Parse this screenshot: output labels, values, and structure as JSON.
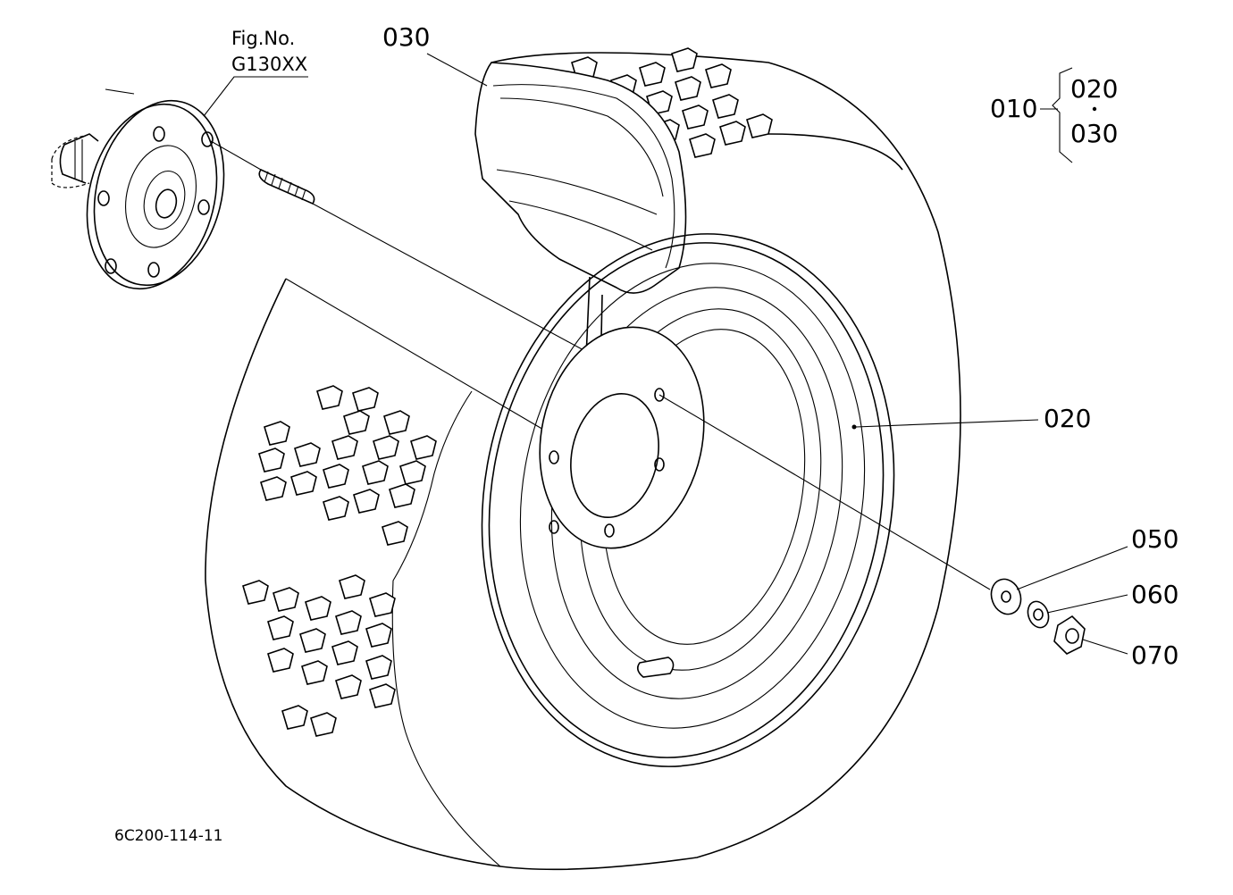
{
  "figure_ref": {
    "line1": "Fig.No.",
    "line2": "G130XX"
  },
  "assembly": {
    "main": "010",
    "sub_top": "020",
    "sub_bottom": "030"
  },
  "callouts": {
    "tire": "030",
    "rim": "020",
    "washer": "050",
    "lock_washer": "060",
    "nut": "070"
  },
  "diagram_code": "6C200-114-11",
  "colors": {
    "line": "#000000",
    "background": "#ffffff"
  }
}
